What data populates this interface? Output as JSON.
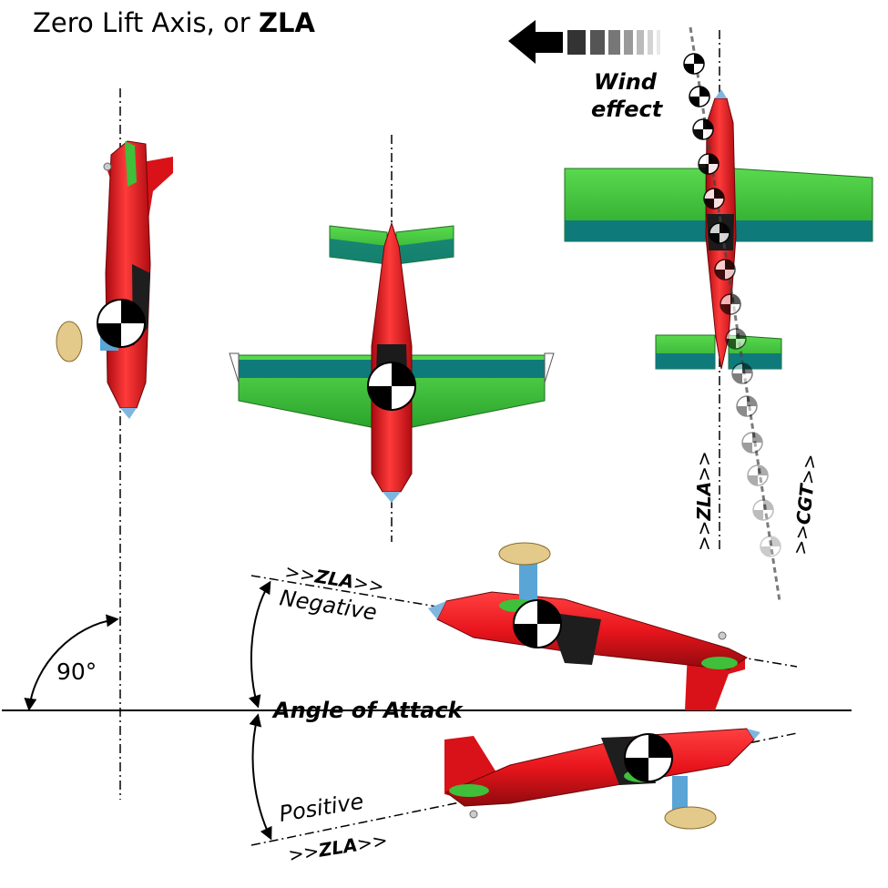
{
  "title": {
    "prefix": "Zero Lift Axis, or ",
    "emphasis": "ZLA"
  },
  "wind": {
    "line1": "Wind",
    "line2": "effect"
  },
  "angle_label": "90°",
  "angle_of_attack": "Angle of Attack",
  "negative_label": "Negative",
  "positive_label": "Positive",
  "zla_marker": {
    "pre": ">>",
    "text": "ZLA",
    "post": ">>"
  },
  "cgt_marker": {
    "pre": ">>",
    "text": "CGT",
    "post": ">>"
  },
  "colors": {
    "fuselage": "#e8151c",
    "wing": "#3fbf3a",
    "wing_dark": "#0f7a7a",
    "spinner": "#7fb6e0",
    "prop": "#e3c98a",
    "cg_black": "#000000",
    "cg_white": "#ffffff"
  }
}
